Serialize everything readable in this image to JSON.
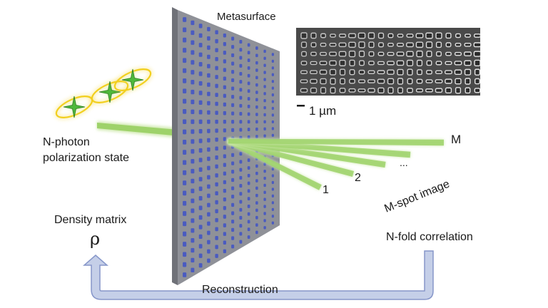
{
  "labels": {
    "metasurface": "Metasurface",
    "scale_bar": "1 µm",
    "photon_state_line1": "N-photon",
    "photon_state_line2": "polarization state",
    "density_matrix": "Density matrix",
    "rho": "ρ",
    "spot_image": "M-spot image",
    "correlation": "N-fold correlation",
    "reconstruction": "Reconstruction"
  },
  "spots": [
    {
      "label": "1"
    },
    {
      "label": "2"
    },
    {
      "label": "..."
    },
    {
      "label": "M"
    }
  ],
  "photon_count": 3,
  "colors": {
    "beam": "#9ed26a",
    "beam_glow": "#cfe9ad",
    "star": "#4fb83c",
    "ellipse": "#f2cf1e",
    "metasurface_face": "#8f9198",
    "metasurface_edge": "#6f7178",
    "pillar": "#4a5bc0",
    "arrow_fill": "#c5cfe8",
    "arrow_stroke": "#8696c9",
    "sem_background": "#4a4a4a"
  }
}
